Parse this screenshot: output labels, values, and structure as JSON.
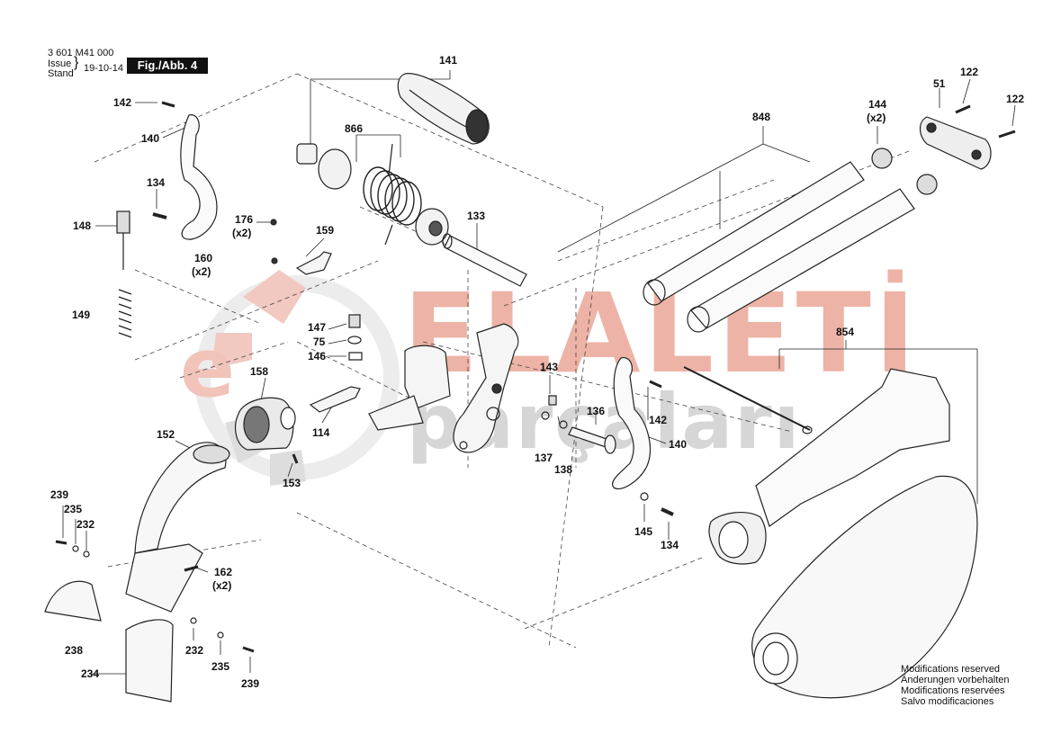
{
  "header": {
    "part_number": "3 601 M41 000",
    "issue_label_1": "Issue",
    "issue_label_2": "Stand",
    "issue_date": "19-10-14",
    "figure": "Fig./Abb. 4"
  },
  "watermark": {
    "line1": "ELALETİ",
    "line2": "parçaları",
    "color_red": "#e9a69a",
    "color_gray": "#cfcfcf"
  },
  "labels": {
    "l141": "141",
    "l866": "866",
    "l133": "133",
    "l848": "848",
    "l144": "144",
    "l144x": "(x2)",
    "l51": "51",
    "l122a": "122",
    "l122b": "122",
    "l142a": "142",
    "l140a": "140",
    "l134a": "134",
    "l148": "148",
    "l149": "149",
    "l176": "176",
    "l176x": "(x2)",
    "l159": "159",
    "l160": "160",
    "l160x": "(x2)",
    "l147": "147",
    "l75": "75",
    "l146": "146",
    "l158": "158",
    "l114": "114",
    "l153": "153",
    "l152": "152",
    "l143": "143",
    "l136": "136",
    "l142b": "142",
    "l140b": "140",
    "l137": "137",
    "l138": "138",
    "l145": "145",
    "l134b": "134",
    "l854": "854",
    "l239a": "239",
    "l235a": "235",
    "l232a": "232",
    "l162": "162",
    "l162x": "(x2)",
    "l238": "238",
    "l234": "234",
    "l232b": "232",
    "l235b": "235",
    "l239b": "239"
  },
  "notes": {
    "n1": "Modifications reserved",
    "n2": "Änderungen vorbehalten",
    "n3": "Modifications reservées",
    "n4": "Salvo modificaciones"
  }
}
